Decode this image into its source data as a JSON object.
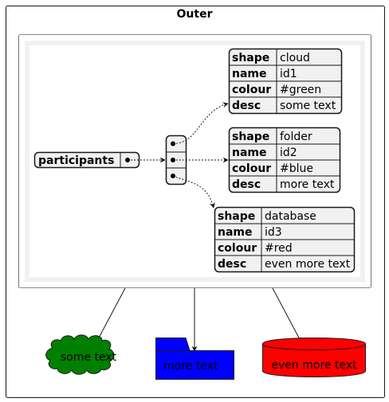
{
  "outer_title": "Outer",
  "root": {
    "key": "participants"
  },
  "participants": [
    {
      "shape": "cloud",
      "name": "id1",
      "colour": "#green",
      "desc": "some text"
    },
    {
      "shape": "folder",
      "name": "id2",
      "colour": "#blue",
      "desc": "more text"
    },
    {
      "shape": "database",
      "name": "id3",
      "colour": "#red",
      "desc": "even more text"
    }
  ],
  "field_keys": [
    "shape",
    "name",
    "colour",
    "desc"
  ],
  "nodes": [
    {
      "label": "some text",
      "fill": "#008000"
    },
    {
      "label": "more text",
      "fill": "#0000ff"
    },
    {
      "label": "even more text",
      "fill": "#ff0000"
    }
  ],
  "colors": {
    "table_fill": "#f1f1f1",
    "border": "#181818",
    "inner_frame": "#f1f1f1"
  }
}
